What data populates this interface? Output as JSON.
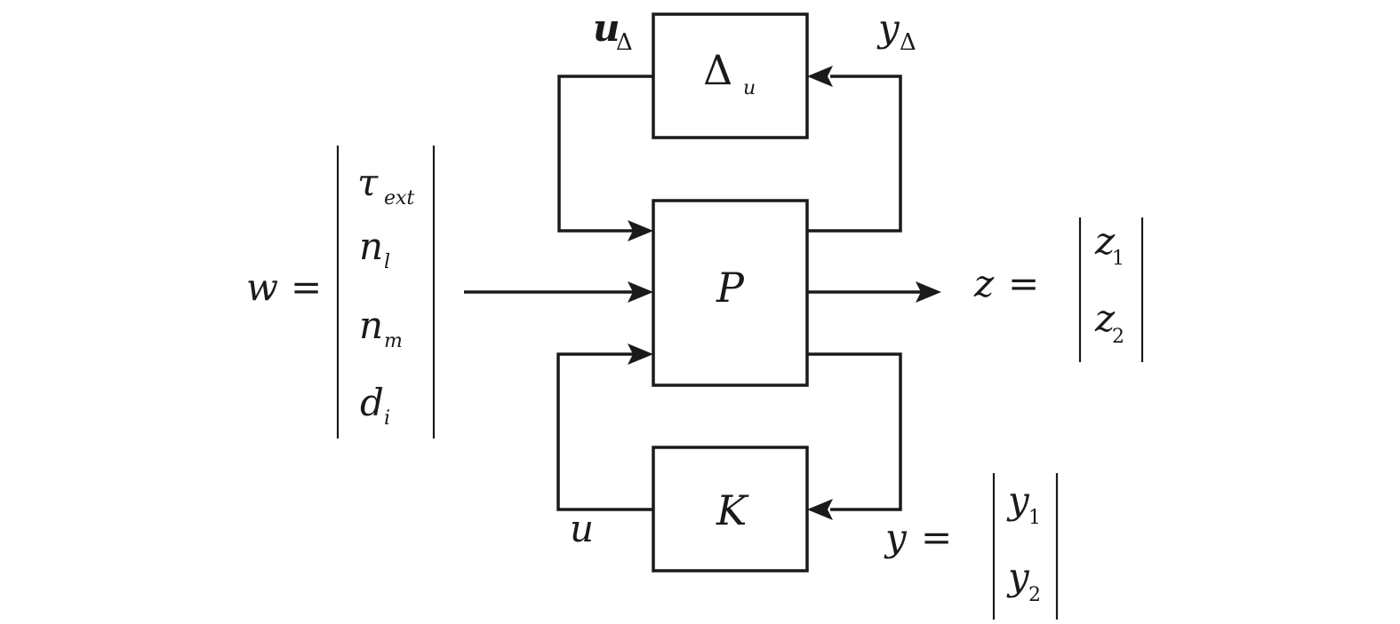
{
  "colors": {
    "ink": "#1a1a1a",
    "background": "#ffffff"
  },
  "blocks": {
    "delta": {
      "symbol": "Δ",
      "subscript": "u"
    },
    "plant": {
      "symbol": "P"
    },
    "controller": {
      "symbol": "K"
    }
  },
  "signals": {
    "u_delta": {
      "symbol": "u",
      "subscript": "Δ"
    },
    "y_delta": {
      "symbol": "y",
      "subscript": "Δ"
    },
    "u": {
      "symbol": "u"
    }
  },
  "w_vector": {
    "name": "w",
    "equals": "=",
    "entries": [
      {
        "symbol": "τ",
        "subscript": "ext"
      },
      {
        "symbol": "n",
        "subscript": "l"
      },
      {
        "symbol": "n",
        "subscript": "m"
      },
      {
        "symbol": "d",
        "subscript": "i"
      }
    ]
  },
  "z_vector": {
    "name": "z",
    "equals": "=",
    "entries": [
      {
        "symbol": "z",
        "subscript": "1"
      },
      {
        "symbol": "z",
        "subscript": "2"
      }
    ]
  },
  "y_vector": {
    "name": "y",
    "equals": "=",
    "entries": [
      {
        "symbol": "y",
        "subscript": "1"
      },
      {
        "symbol": "y",
        "subscript": "2"
      }
    ]
  }
}
